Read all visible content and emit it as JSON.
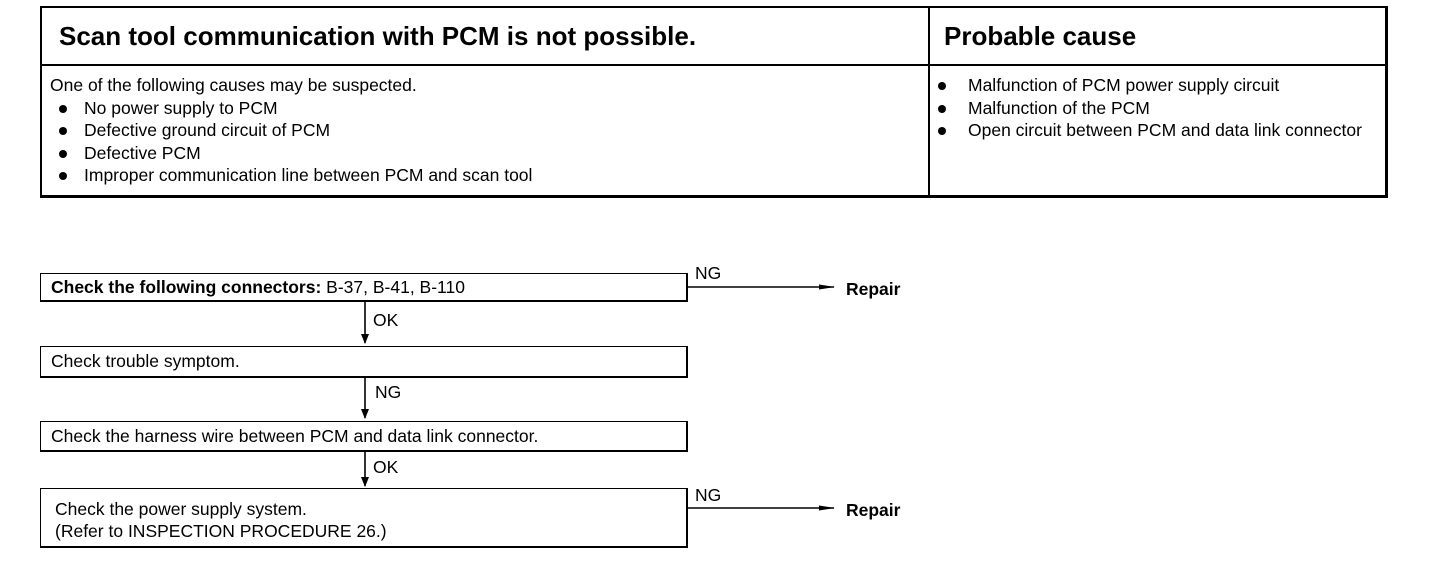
{
  "table": {
    "header_left": "Scan tool communication with PCM is  not possible.",
    "header_right": "Probable cause",
    "intro": "One of the following causes may be suspected.",
    "left_items": [
      "No power supply to PCM",
      "Defective ground circuit of PCM",
      "Defective PCM",
      "Improper communication line between PCM and scan tool"
    ],
    "right_items": [
      "Malfunction of PCM power supply circuit",
      "Malfunction of the PCM",
      "Open circuit between PCM and data link connector"
    ]
  },
  "flow": {
    "step1_bold": "Check the following connectors:",
    "step1_rest": " B-37, B-41, B-110",
    "step2": "Check trouble symptom.",
    "step3": "Check the harness wire between PCM and data link connector.",
    "step4_line1": "Check the power supply system.",
    "step4_line2": "(Refer to INSPECTION PROCEDURE 26.)",
    "ng": "NG",
    "ok": "OK",
    "repair": "Repair"
  }
}
